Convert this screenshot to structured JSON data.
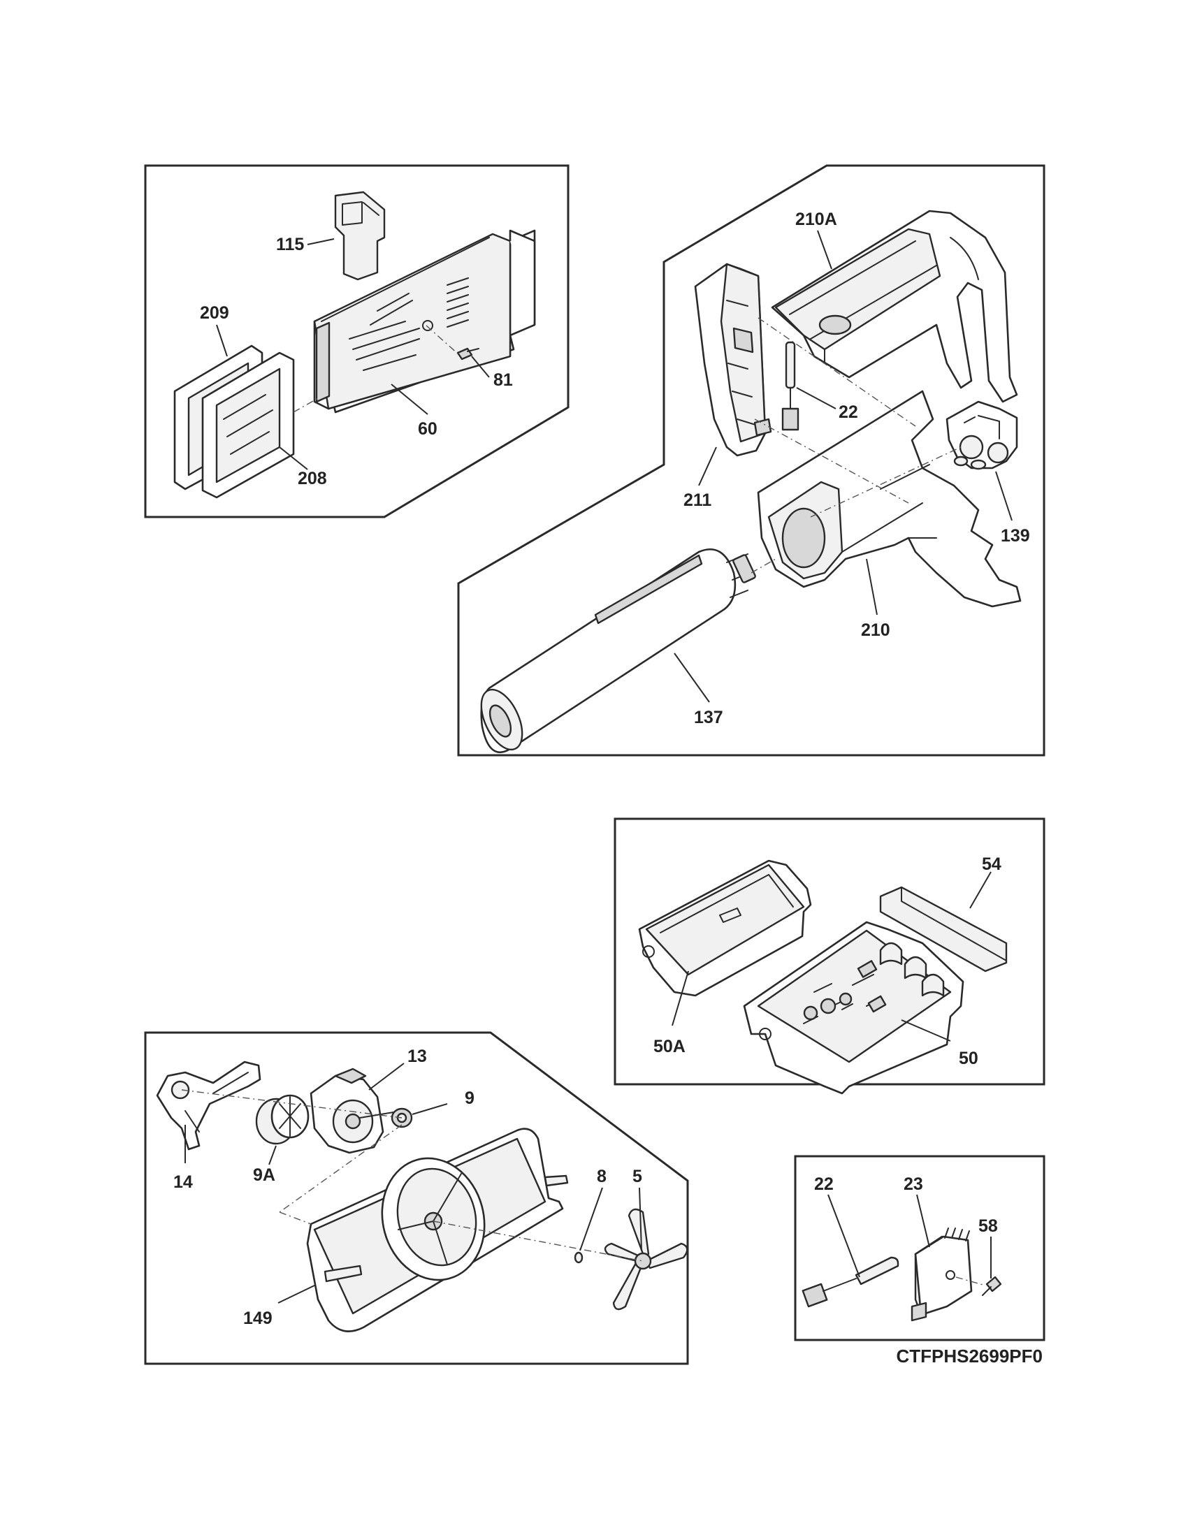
{
  "diagram": {
    "drawing_code": "CTFPHS2699PF0",
    "panels": [
      {
        "id": "filter-housing-top-left",
        "callouts": [
          "115",
          "209",
          "81",
          "60",
          "208"
        ]
      },
      {
        "id": "water-filter-assembly",
        "callouts": [
          "210A",
          "22",
          "211",
          "139",
          "210",
          "137"
        ]
      },
      {
        "id": "control-box",
        "callouts": [
          "54",
          "50A",
          "50"
        ]
      },
      {
        "id": "fan-assembly",
        "callouts": [
          "13",
          "9",
          "14",
          "9A",
          "8",
          "5",
          "149"
        ]
      },
      {
        "id": "sensor-kit",
        "callouts": [
          "22",
          "23",
          "58"
        ]
      }
    ]
  }
}
